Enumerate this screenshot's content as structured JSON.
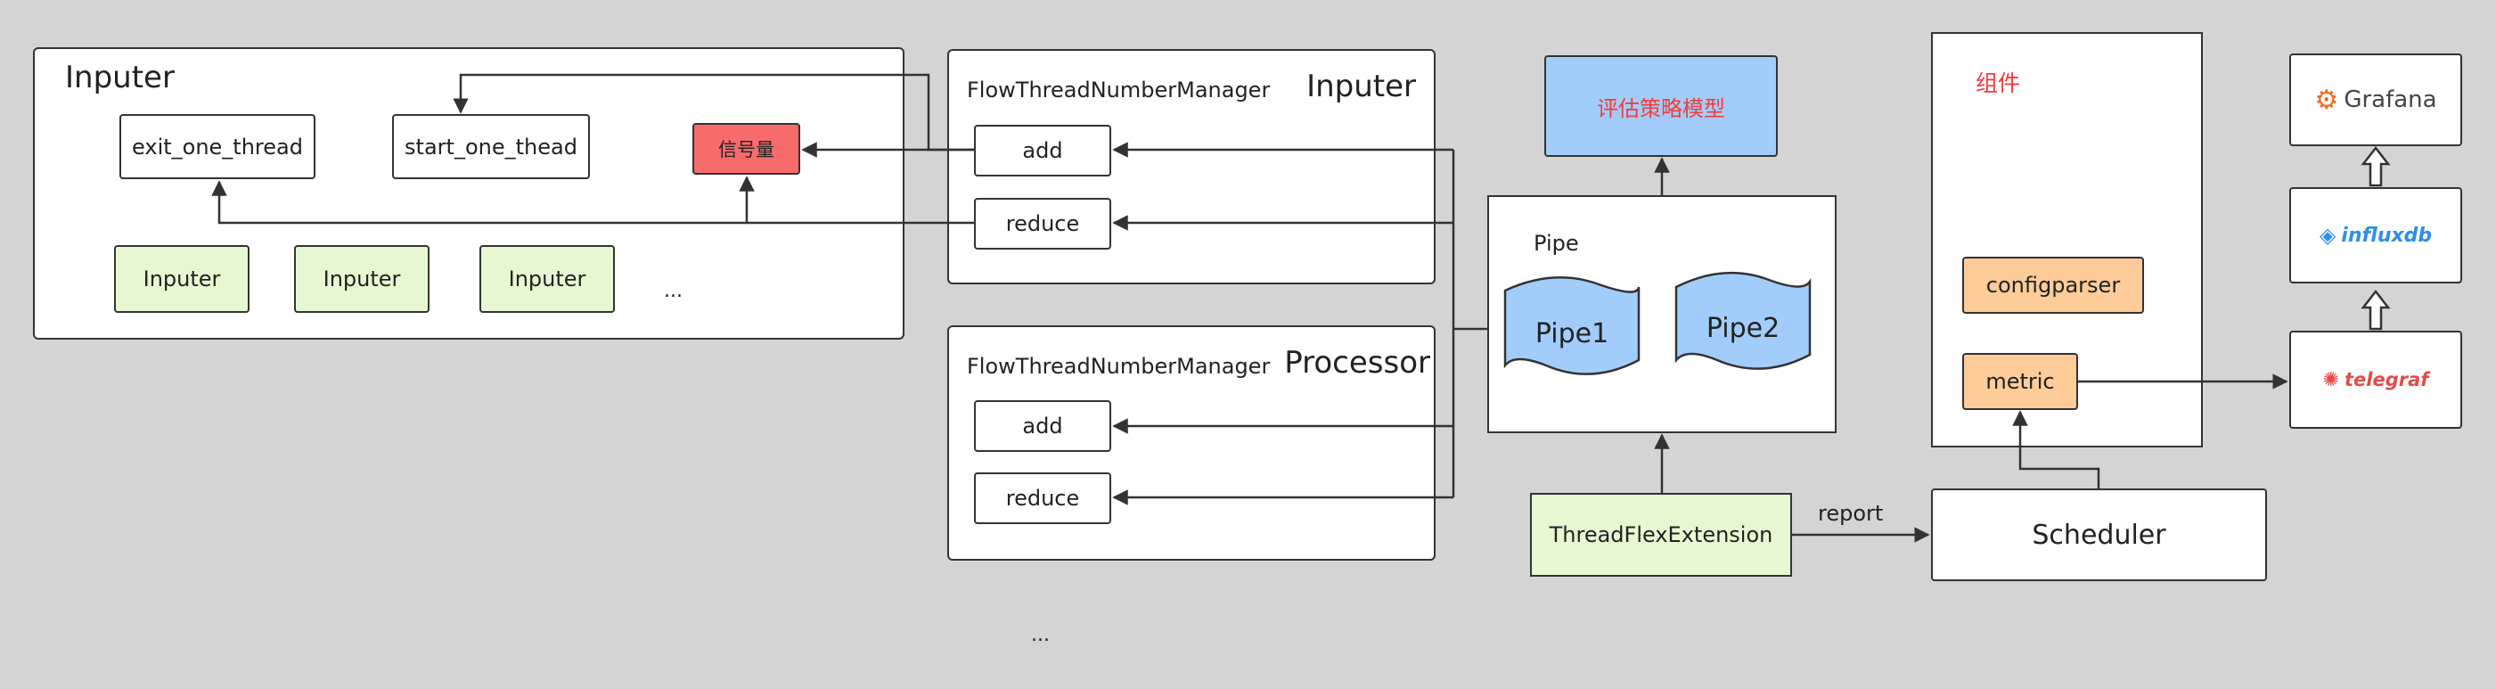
{
  "colors": {
    "background": "#d4d4d4",
    "box_fill": "#ffffff",
    "border": "#333333",
    "inputer_fill": "#e6f8d2",
    "semaphore_fill": "#f86b6d",
    "model_fill": "#a2cdfa",
    "pipe_fill": "#a2cdfa",
    "component_fill": "#fdcc99",
    "accent_red": "#f23c3c",
    "grafana_orange": "#f26a21",
    "influx_blue": "#2f8fe8",
    "telegraf_red": "#e34b4b"
  },
  "inputer_panel": {
    "title": "Inputer",
    "exit_one_thread": "exit_one_thread",
    "start_one_thead": "start_one_thead",
    "semaphore": "信号量",
    "inputers": [
      "Inputer",
      "Inputer",
      "Inputer"
    ],
    "ellipsis": "..."
  },
  "ftnm_inputer": {
    "manager_label": "FlowThreadNumberManager",
    "title": "Inputer",
    "add": "add",
    "reduce": "reduce"
  },
  "ftnm_processor": {
    "manager_label": "FlowThreadNumberManager",
    "title": "Processor",
    "add": "add",
    "reduce": "reduce"
  },
  "bottom_ellipsis": "...",
  "model": {
    "label": "评估策略模型"
  },
  "pipe": {
    "title": "Pipe",
    "pipe1": "Pipe1",
    "pipe2": "Pipe2"
  },
  "extension": {
    "label": "ThreadFlexExtension"
  },
  "report_label": "report",
  "components": {
    "title": "组件",
    "configparser": "configparser",
    "metric": "metric"
  },
  "scheduler": {
    "label": "Scheduler"
  },
  "monitoring": {
    "grafana": "Grafana",
    "influxdb": "influxdb",
    "telegraf": "telegraf"
  }
}
